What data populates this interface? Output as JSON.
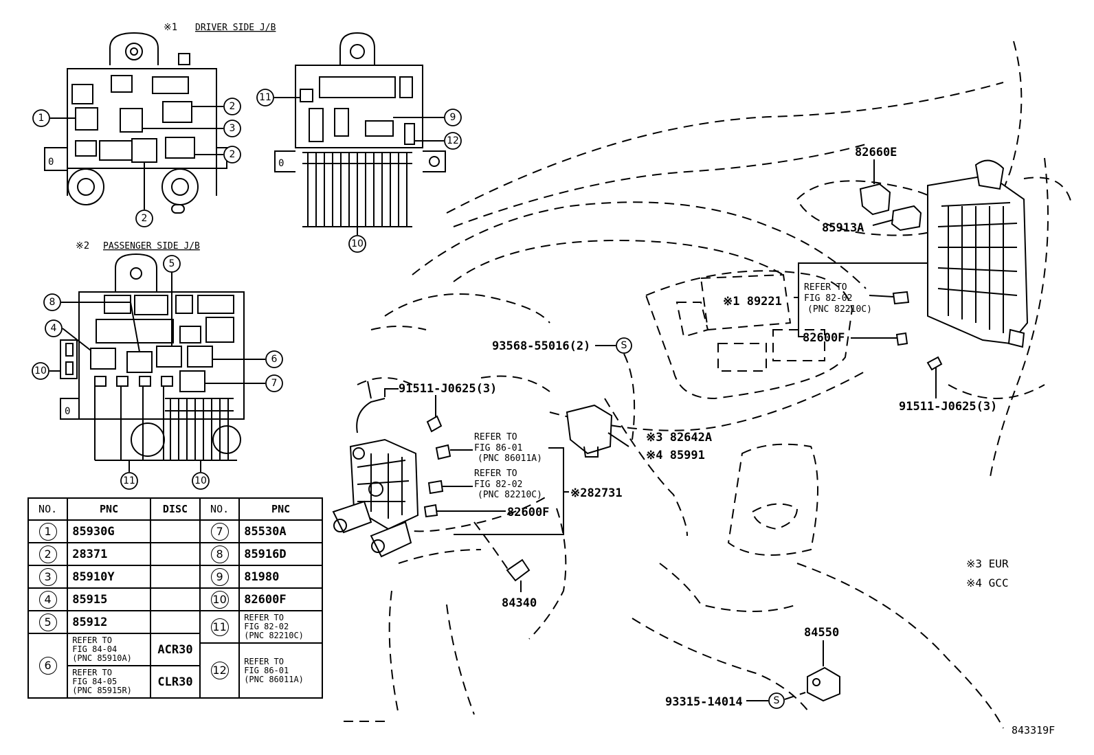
{
  "headers": {
    "driver_mark": "※1",
    "driver": "DRIVER SIDE J/B",
    "passenger_mark": "※2",
    "passenger": "PASSENGER SIDE J/B"
  },
  "callouts": {
    "c1": "1",
    "c2": "2",
    "c3": "3",
    "c4": "4",
    "c5": "5",
    "c6": "6",
    "c7": "7",
    "c8": "8",
    "c9": "9",
    "c10": "10",
    "c11": "11",
    "c12": "12"
  },
  "labels": {
    "p82660e": "82660E",
    "p85913a": "85913A",
    "p89221": "※1 89221",
    "ref_a_line1": "REFER TO",
    "ref_a_line2": "FIG 82-02",
    "ref_a_line3": "(PNC 82210C)",
    "p82600f_top": "82600F",
    "p93568": "93568-55016(2)",
    "s_mark": "S",
    "p91511_left": "91511-J0625(3)",
    "p91511_right": "91511-J0625(3)",
    "ref_b_line1": "REFER TO",
    "ref_b_line2": "FIG 86-01",
    "ref_b_line3": "(PNC 86011A)",
    "ref_c_line1": "REFER TO",
    "ref_c_line2": "FIG 82-02",
    "ref_c_line3": "(PNC 82210C)",
    "p82600f_mid": "82600F",
    "p82642a": "※3 82642A",
    "p85991": "※4 85991",
    "p282731": "※282731",
    "p84340": "84340",
    "p84550": "84550",
    "p93315": "93315-14014",
    "note3": "※3  EUR",
    "note4": "※4  GCC",
    "fig_id": "843319F"
  },
  "table": {
    "h_no": "NO.",
    "h_pnc": "PNC",
    "h_disc": "DISC",
    "h_no2": "NO.",
    "h_pnc2": "PNC",
    "rows": [
      {
        "no": "1",
        "pnc": "85930G",
        "disc": "",
        "no2": "7",
        "pnc2": "85530A"
      },
      {
        "no": "2",
        "pnc": "28371",
        "disc": "",
        "no2": "8",
        "pnc2": "85916D"
      },
      {
        "no": "3",
        "pnc": "85910Y",
        "disc": "",
        "no2": "9",
        "pnc2": "81980"
      },
      {
        "no": "4",
        "pnc": "85915",
        "disc": "",
        "no2": "10",
        "pnc2": "82600F"
      }
    ],
    "r5_no": "5",
    "r5_pnc": "85912",
    "r11_no": "11",
    "r11_l1": "REFER TO",
    "r11_l2": "FIG 82-02",
    "r11_l3": "(PNC 82210C)",
    "r6_no": "6",
    "r6a_l1": "REFER TO",
    "r6a_l2": "FIG 84-04",
    "r6a_l3": "(PNC 85910A)",
    "r6a_disc": "ACR30",
    "r6b_l1": "REFER TO",
    "r6b_l2": "FIG 84-05",
    "r6b_l3": "(PNC 85915R)",
    "r6b_disc": "CLR30",
    "r12_no": "12",
    "r12_l1": "REFER TO",
    "r12_l2": "FIG 86-01",
    "r12_l3": "(PNC 86011A)"
  }
}
